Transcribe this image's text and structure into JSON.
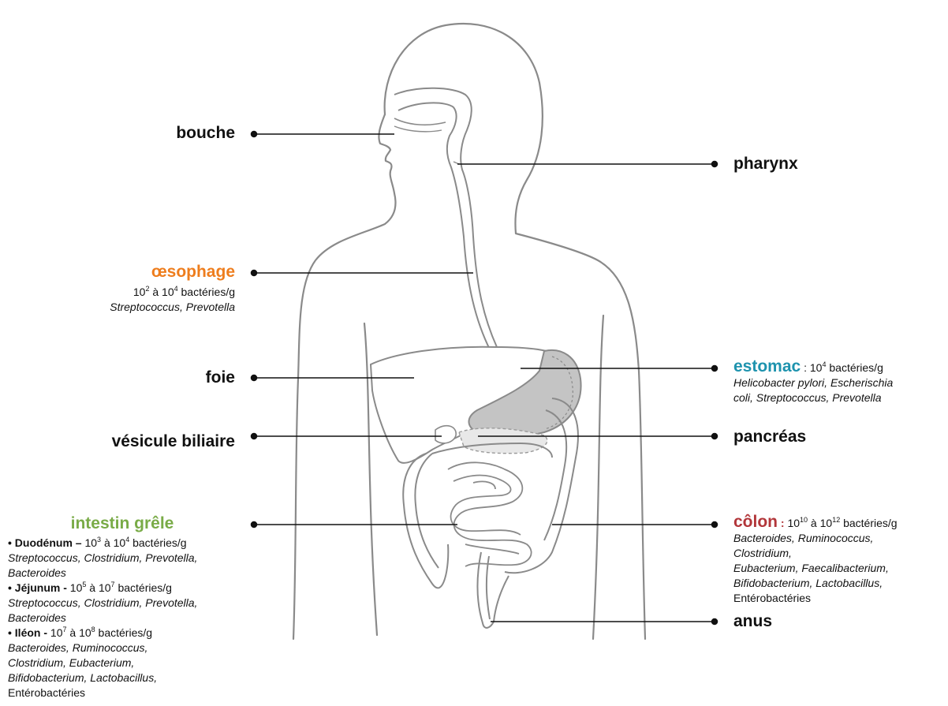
{
  "colors": {
    "oesophage": "#ee7d1d",
    "estomac": "#1e93ae",
    "colon": "#b2363a",
    "intestin": "#79ab47",
    "outline": "#8a8a8a",
    "leader_line": "#111111"
  },
  "labels": {
    "bouche": "bouche",
    "pharynx": "pharynx",
    "oesophage": {
      "title": "œsophage",
      "count_a": "10",
      "count_a_exp": "2",
      "count_mid": " à 10",
      "count_b_exp": "4",
      "count_unit": " bactéries/g",
      "species": "Streptococcus, Prevotella"
    },
    "foie": "foie",
    "estomac": {
      "title": "estomac",
      "sep": " : 10",
      "count_exp": "4",
      "count_unit": " bactéries/g",
      "species_1": "Helicobacter pylori, Escherischia",
      "species_2": "coli, Streptococcus, Prevotella"
    },
    "vesicule": "vésicule biliaire",
    "pancreas": "pancréas",
    "intestin": {
      "title": "intestin grêle",
      "duodenum_name": "• Duodénum –",
      "duodenum_a": " 10",
      "duodenum_a_exp": "3",
      "duodenum_mid": " à 10",
      "duodenum_b_exp": "4",
      "duodenum_unit": " bactéries/g",
      "duodenum_species_1": "Streptococcus, Clostridium, Prevotella,",
      "duodenum_species_2": "Bacteroides",
      "jejunum_name": "• Jéjunum -",
      "jejunum_a": " 10",
      "jejunum_a_exp": "5",
      "jejunum_mid": " à 10",
      "jejunum_b_exp": "7",
      "jejunum_unit": " bactéries/g",
      "jejunum_species_1": "Streptococcus, Clostridium, Prevotella,",
      "jejunum_species_2": "Bacteroides",
      "ileon_name": "• Iléon -",
      "ileon_a": " 10",
      "ileon_a_exp": "7",
      "ileon_mid": " à 10",
      "ileon_b_exp": "8",
      "ileon_unit": " bactéries/g",
      "ileon_species_1": "Bacteroides, Ruminococcus,",
      "ileon_species_2": "Clostridium, Eubacterium,",
      "ileon_species_3": "Bifidobacterium, Lactobacillus,",
      "ileon_species_4": "Entérobactéries"
    },
    "colon": {
      "title": "côlon",
      "sep": " : ",
      "count_a": "10",
      "count_a_exp": "10",
      "count_mid": " à 10",
      "count_b_exp": "12",
      "count_unit": " bactéries/g",
      "species_1": "Bacteroides, Ruminococcus,",
      "species_2": "Clostridium,",
      "species_3": "Eubacterium, Faecalibacterium,",
      "species_4": "Bifidobacterium, Lactobacillus,",
      "species_5": "Entérobactéries"
    },
    "anus": "anus"
  }
}
